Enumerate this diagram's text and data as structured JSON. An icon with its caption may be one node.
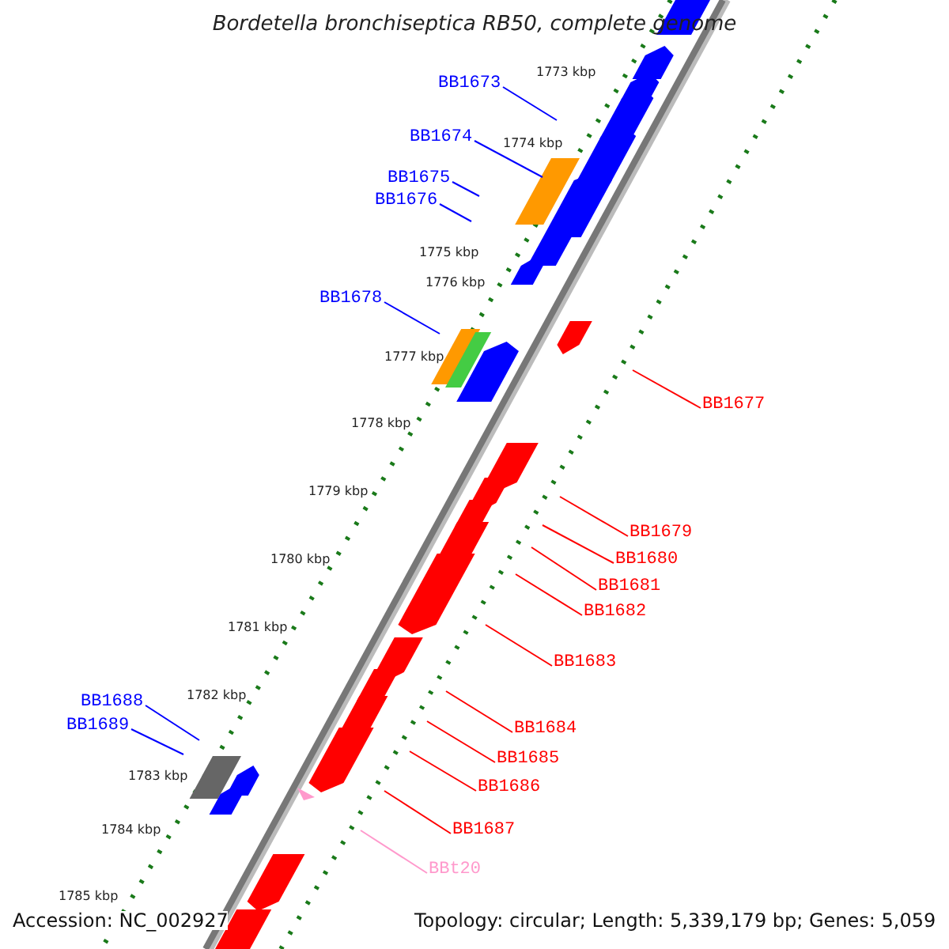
{
  "diagram": {
    "title": "Bordetella bronchiseptica RB50, complete genome",
    "nodes": [
      {
        "text": [
          "BB1673"
        ]
      },
      {
        "text": [
          "BB1674"
        ]
      },
      {
        "text": [
          "BB1675"
        ]
      },
      {
        "text": [
          "BB1676"
        ]
      },
      {
        "text": [
          "BB1678"
        ]
      },
      {
        "text": [
          "BB1677"
        ]
      },
      {
        "text": [
          "BB1679"
        ]
      },
      {
        "text": [
          "BB1680"
        ]
      },
      {
        "text": [
          "BB1681"
        ]
      },
      {
        "text": [
          "BB1682"
        ]
      },
      {
        "text": [
          "BB1683"
        ]
      },
      {
        "text": [
          "BB1688"
        ]
      },
      {
        "text": [
          "BB1689"
        ]
      },
      {
        "text": [
          "BB1684"
        ]
      },
      {
        "text": [
          "BB1685"
        ]
      },
      {
        "text": [
          "BB1686"
        ]
      },
      {
        "text": [
          "BB1687"
        ]
      },
      {
        "text": [
          "BBt20"
        ]
      }
    ],
    "edges": [
      {
        "from": 0,
        "to": null,
        "arrow": "none",
        "color": "#0000ff"
      },
      {
        "from": 1,
        "to": null,
        "arrow": "none",
        "color": "#0000ff"
      },
      {
        "from": 2,
        "to": null,
        "arrow": "none",
        "color": "#0000ff"
      },
      {
        "from": 3,
        "to": null,
        "arrow": "none",
        "color": "#0000ff"
      },
      {
        "from": 4,
        "to": null,
        "arrow": "none",
        "color": "#0000ff"
      },
      {
        "from": 5,
        "to": null,
        "arrow": "none"
      },
      {
        "from": 6,
        "to": null,
        "arrow": "none"
      },
      {
        "from": 7,
        "to": null,
        "arrow": "none"
      },
      {
        "from": 8,
        "to": null,
        "arrow": "none"
      },
      {
        "from": 9,
        "to": null,
        "arrow": "none"
      },
      {
        "from": 10,
        "to": null,
        "arrow": "none"
      },
      {
        "from": 11,
        "to": null,
        "arrow": "none",
        "color": "#0000ff"
      },
      {
        "from": 12,
        "to": null,
        "arrow": "none",
        "color": "#0000ff"
      },
      {
        "from": 13,
        "to": null,
        "arrow": "none"
      },
      {
        "from": 14,
        "to": null,
        "arrow": "none"
      },
      {
        "from": 15,
        "to": null,
        "arrow": "none"
      },
      {
        "from": 16,
        "to": null,
        "arrow": "none"
      },
      {
        "from": 17,
        "to": null,
        "arrow": "none",
        "color": "#ff99cc"
      }
    ],
    "labels": [
      "1773 kbp",
      "1774 kbp",
      "1775 kbp",
      "1776 kbp",
      "1777 kbp",
      "1778 kbp",
      "1779 kbp",
      "1780 kbp",
      "1781 kbp",
      "1782 kbp",
      "1783 kbp",
      "1784 kbp",
      "1785 kbp",
      "Accession: NC_002927",
      "Topology: circular; Length: 5,339,179 bp; Genes: 5,059"
    ]
  }
}
